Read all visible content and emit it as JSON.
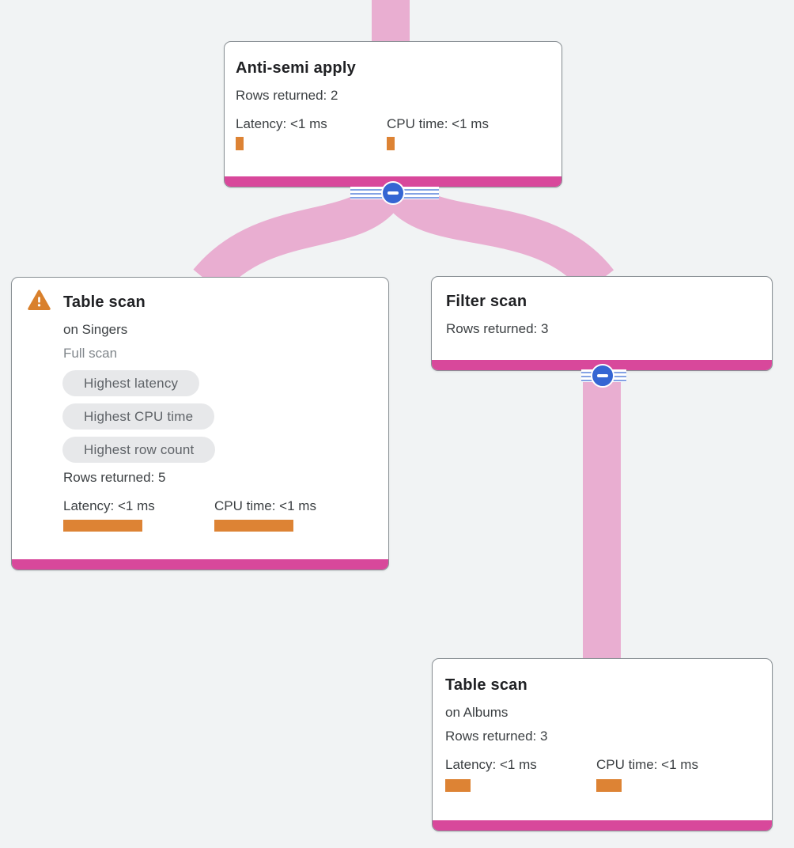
{
  "diagram": {
    "type": "query-execution-plan-tree",
    "colors": {
      "background": "#f1f3f4",
      "edge_band": "#e9aed1",
      "node_accent_bar": "#d8489b",
      "metric_bar": "#dd8334",
      "warning_orange": "#d9802c",
      "collapse_blue": "#3566d3"
    },
    "nodes": [
      {
        "id": "anti-semi-apply",
        "title": "Anti-semi apply",
        "rows": "Rows returned: 2",
        "latency": "Latency: <1 ms",
        "cpu": "CPU time: <1 ms"
      },
      {
        "id": "table-scan-singers",
        "title": "Table scan",
        "warning": "warning-icon",
        "subtitle": "on Singers",
        "note": "Full scan",
        "badges": [
          "Highest latency",
          "Highest CPU time",
          "Highest row count"
        ],
        "rows": "Rows returned: 5",
        "latency": "Latency: <1 ms",
        "cpu": "CPU time: <1 ms"
      },
      {
        "id": "filter-scan",
        "title": "Filter scan",
        "rows": "Rows returned: 3"
      },
      {
        "id": "table-scan-albums",
        "title": "Table scan",
        "subtitle": "on Albums",
        "rows": "Rows returned: 3",
        "latency": "Latency: <1 ms",
        "cpu": "CPU time: <1 ms"
      }
    ],
    "edges": [
      {
        "from": "parent-offscreen",
        "to": "anti-semi-apply"
      },
      {
        "from": "anti-semi-apply",
        "to": "table-scan-singers"
      },
      {
        "from": "anti-semi-apply",
        "to": "filter-scan"
      },
      {
        "from": "filter-scan",
        "to": "table-scan-albums"
      }
    ],
    "collapse_buttons": [
      {
        "on": "anti-semi-apply",
        "state": "expanded",
        "glyph": "minus"
      },
      {
        "on": "filter-scan",
        "state": "expanded",
        "glyph": "minus"
      }
    ]
  }
}
